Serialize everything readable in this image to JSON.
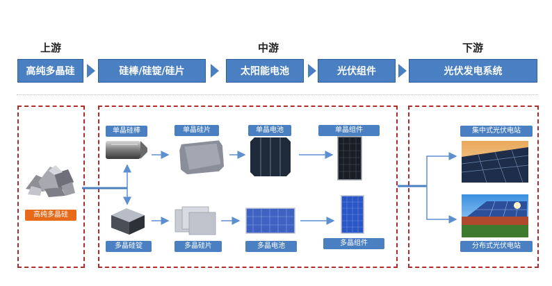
{
  "stages": {
    "upstream": "上游",
    "midstream": "中游",
    "downstream": "下游"
  },
  "flow": [
    {
      "label": "高纯多晶硅"
    },
    {
      "label": "硅棒/硅锭/硅片"
    },
    {
      "label": "太阳能电池"
    },
    {
      "label": "光伏组件"
    },
    {
      "label": "光伏发电系统"
    }
  ],
  "upstream": {
    "material": "高纯多晶硅"
  },
  "mono_row": {
    "rod": "单晶硅棒",
    "wafer": "单晶硅片",
    "cell": "单晶电池",
    "module": "单晶组件"
  },
  "poly_row": {
    "ingot": "多晶硅锭",
    "wafer": "多晶硅片",
    "cell": "多晶电池",
    "module": "多晶组件"
  },
  "downstream": {
    "centralized": "集中式光伏电站",
    "distributed": "分布式光伏电站"
  },
  "colors": {
    "box_blue": "#4a7fc1",
    "dash_red": "#b02a2a",
    "tag_orange": "#e66a1a"
  }
}
